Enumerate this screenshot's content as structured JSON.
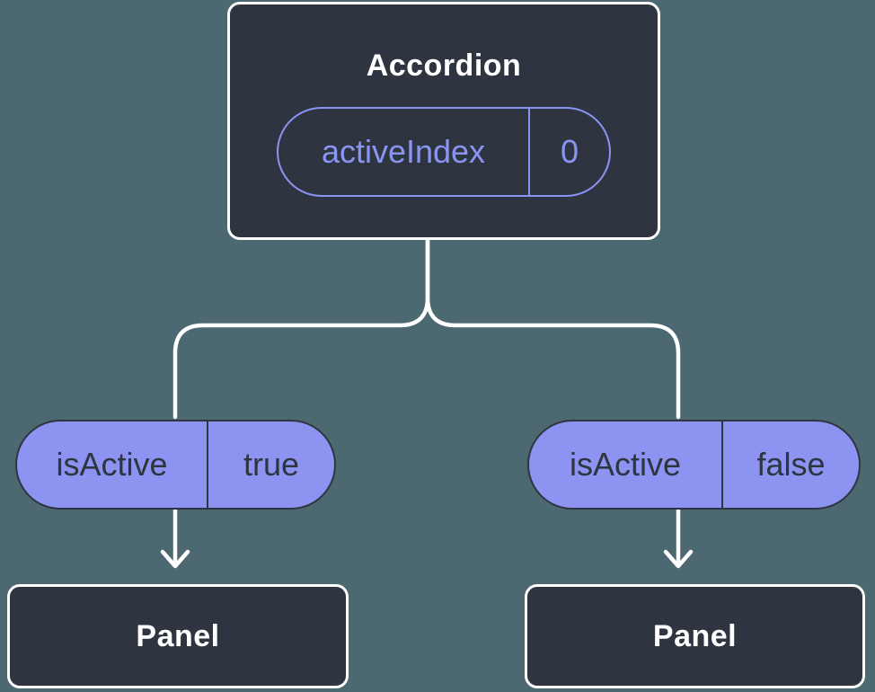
{
  "colors": {
    "background": "#4C6871",
    "node_fill": "#2F3540",
    "node_border": "#FFFFFF",
    "connector": "#FFFFFF",
    "accent_purple": "#8A94F2",
    "prop_pill_fill": "#8D93F0",
    "prop_pill_text": "#2F3540"
  },
  "root_node": {
    "title": "Accordion",
    "state_pill": {
      "key": "activeIndex",
      "value": "0"
    }
  },
  "children": [
    {
      "prop_pill": {
        "key": "isActive",
        "value": "true"
      },
      "title": "Panel"
    },
    {
      "prop_pill": {
        "key": "isActive",
        "value": "false"
      },
      "title": "Panel"
    }
  ]
}
